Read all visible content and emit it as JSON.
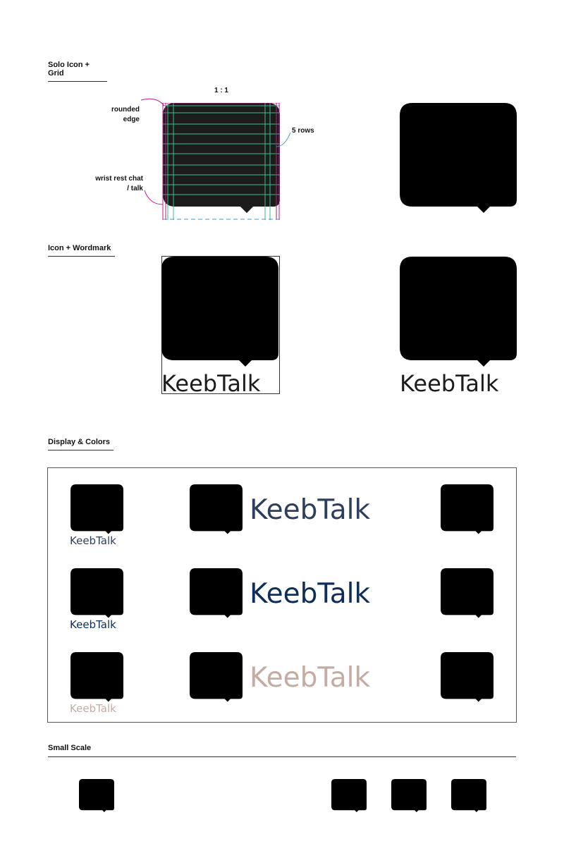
{
  "sections": {
    "solo": "Solo Icon + Grid",
    "wordmark": "Icon + Wordmark",
    "display": "Display & Colors",
    "small": "Small Scale"
  },
  "annotations": {
    "ratio": "1 : 1",
    "rounded_edge": "rounded edge",
    "rows": "5 rows",
    "wrist_rest": "wrist rest chat / talk"
  },
  "brand": {
    "wordmark": "KeebTalk"
  },
  "colors": {
    "black": "#1c1c1c",
    "navy_outline": "#2e3f5c",
    "navy_fill": "#ddd3d3",
    "blue_outline": "#0f2e57",
    "blue_fill": "#3a83b5",
    "sand_outline": "#f1dca6",
    "sand_fill": "#c5aca2",
    "sand_text": "#c5aca2",
    "guide_green": "#3dbb8a",
    "guide_magenta": "#c0168a",
    "guide_blue": "#3c9ad6"
  }
}
